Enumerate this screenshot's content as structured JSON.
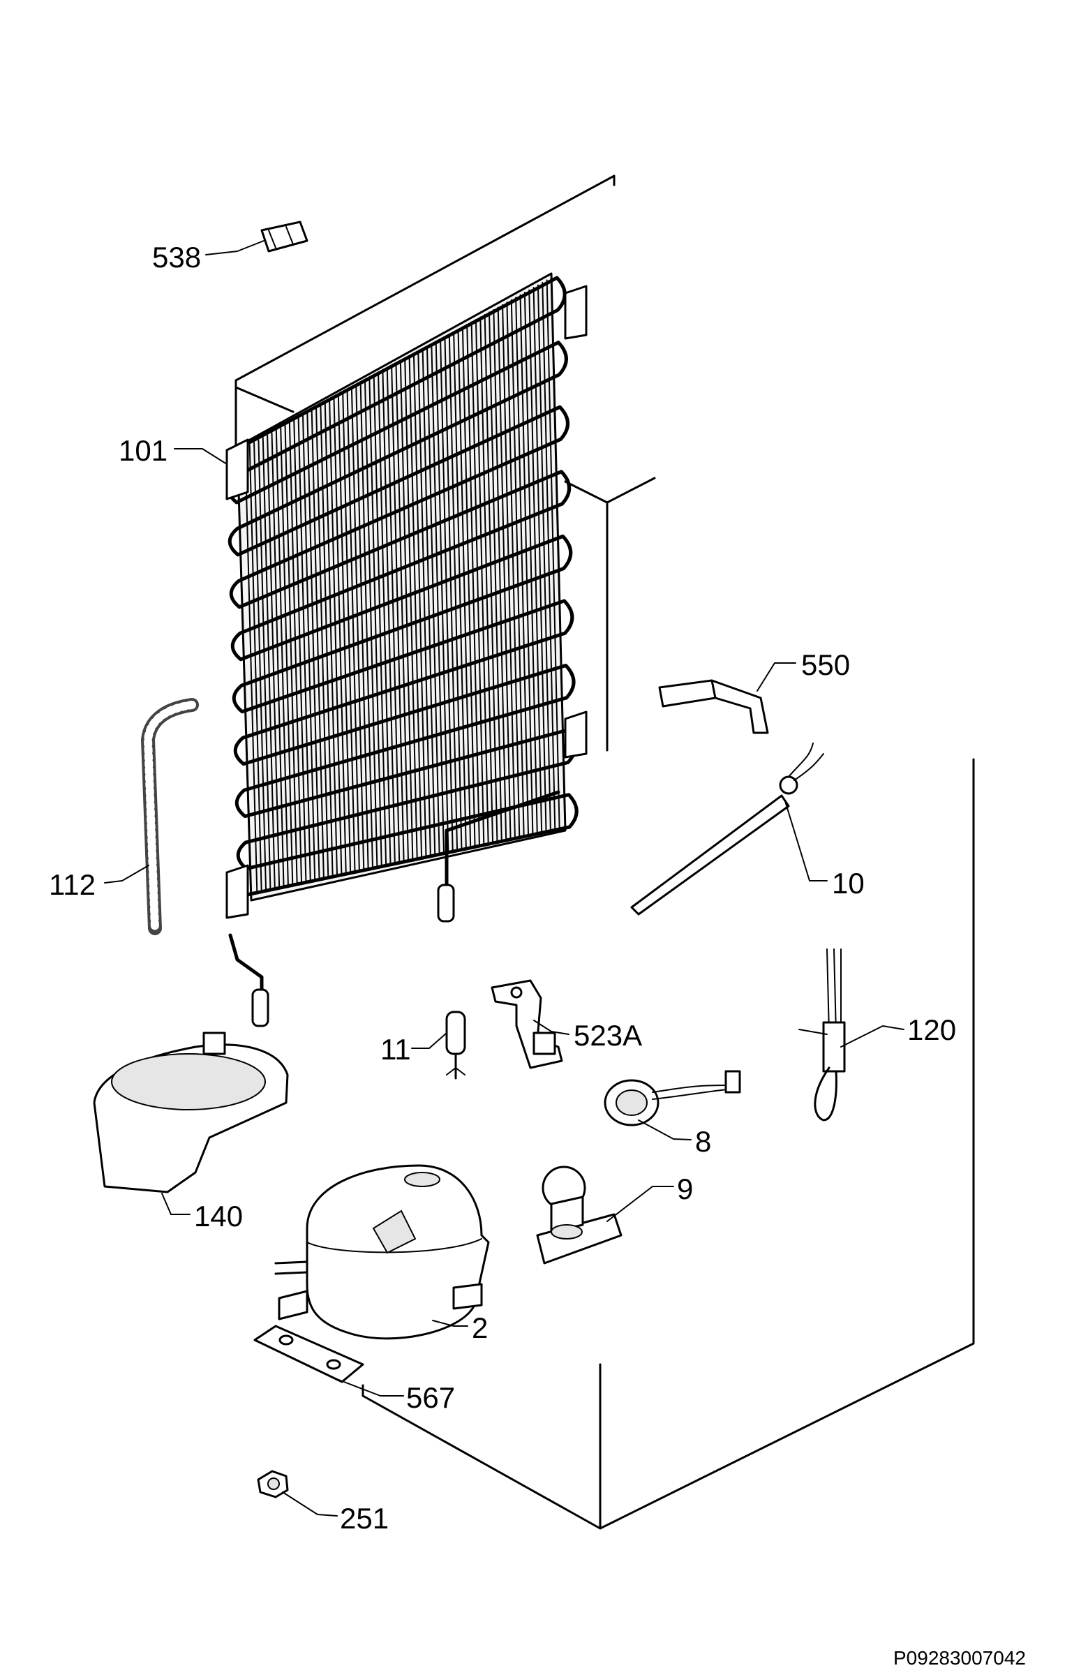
{
  "diagram": {
    "drawing_code": "P09283007042",
    "callouts": [
      "538",
      "101",
      "112",
      "550",
      "10",
      "11",
      "523A",
      "120",
      "8",
      "9",
      "140",
      "2",
      "567",
      "251"
    ]
  }
}
